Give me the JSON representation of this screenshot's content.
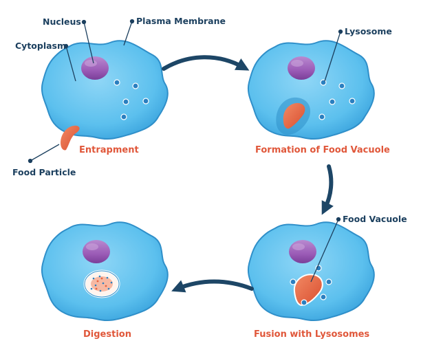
{
  "labels": {
    "nucleus": "Nucleus",
    "plasma_membrane": "Plasma Membrane",
    "cytoplasm": "Cytoplasm",
    "lysosome": "Lysosome",
    "food_particle": "Food Particle",
    "food_vacuole": "Food Vacuole"
  },
  "stages": {
    "entrapment": "Entrapment",
    "formation": "Formation of Food Vacuole",
    "fusion": "Fusion with Lysosomes",
    "digestion": "Digestion"
  },
  "colors": {
    "cell_fill": "#4ab4e8",
    "cell_light": "#8fd6f6",
    "cell_outline": "#2f8fc9",
    "nucleus": "#9b5bb6",
    "lysosome": "#2a7fc0",
    "food": "#e8623f",
    "arrow": "#1d4666",
    "label_text": "#1b3f5e",
    "stage_text": "#e0573a"
  }
}
